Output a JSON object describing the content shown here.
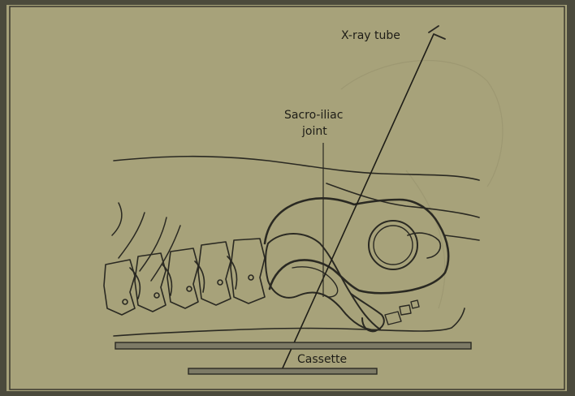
{
  "labels": {
    "xray_tube": "X-ray tube",
    "sacro_iliac_line1": "Sacro-iliac",
    "sacro_iliac_line2": "joint",
    "cassette": "Cassette"
  },
  "colors": {
    "background": "#4b4a3c",
    "page": "#a7a27a",
    "ink": "#2a2922",
    "cassette_plate": "#7d7a66"
  }
}
